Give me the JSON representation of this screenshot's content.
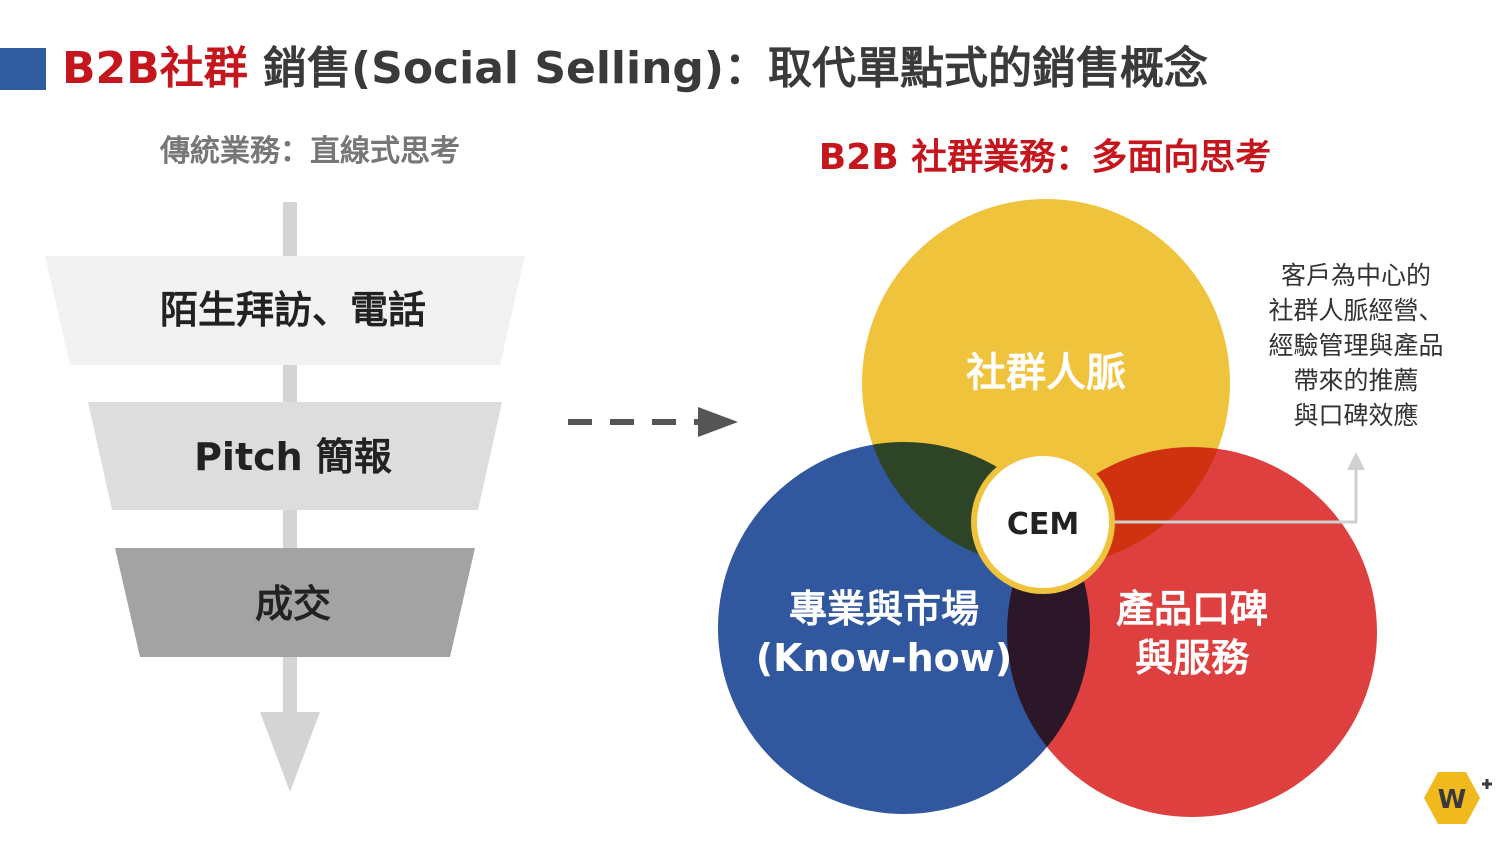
{
  "title": {
    "accent": "B2B社群",
    "rest": "銷售(Social Selling)：取代單點式的銷售概念"
  },
  "left": {
    "heading": "傳統業務：直線式思考",
    "steps": [
      "陌生拜訪、電話",
      "Pitch 簡報",
      "成交"
    ]
  },
  "right": {
    "heading": "B2B 社群業務：多面向思考",
    "circles": {
      "top": "社群人脈",
      "left_line1": "專業與市場",
      "left_line2": "(Know-how)",
      "right_line1": "產品口碑",
      "right_line2": "與服務",
      "center": "CEM"
    },
    "note_lines": [
      "客戶為中心的",
      "社群人脈經營、",
      "經驗管理與產品",
      "帶來的推薦",
      "與口碑效應"
    ]
  },
  "colors": {
    "title_accent": "#c4161c",
    "title_bar": "#2e5c9e",
    "circle_top": "#f0c33c",
    "circle_left": "#2a529b",
    "circle_right": "#dc3533"
  },
  "logo": {
    "icon": "wf-hexagon-logo",
    "text": "W"
  }
}
